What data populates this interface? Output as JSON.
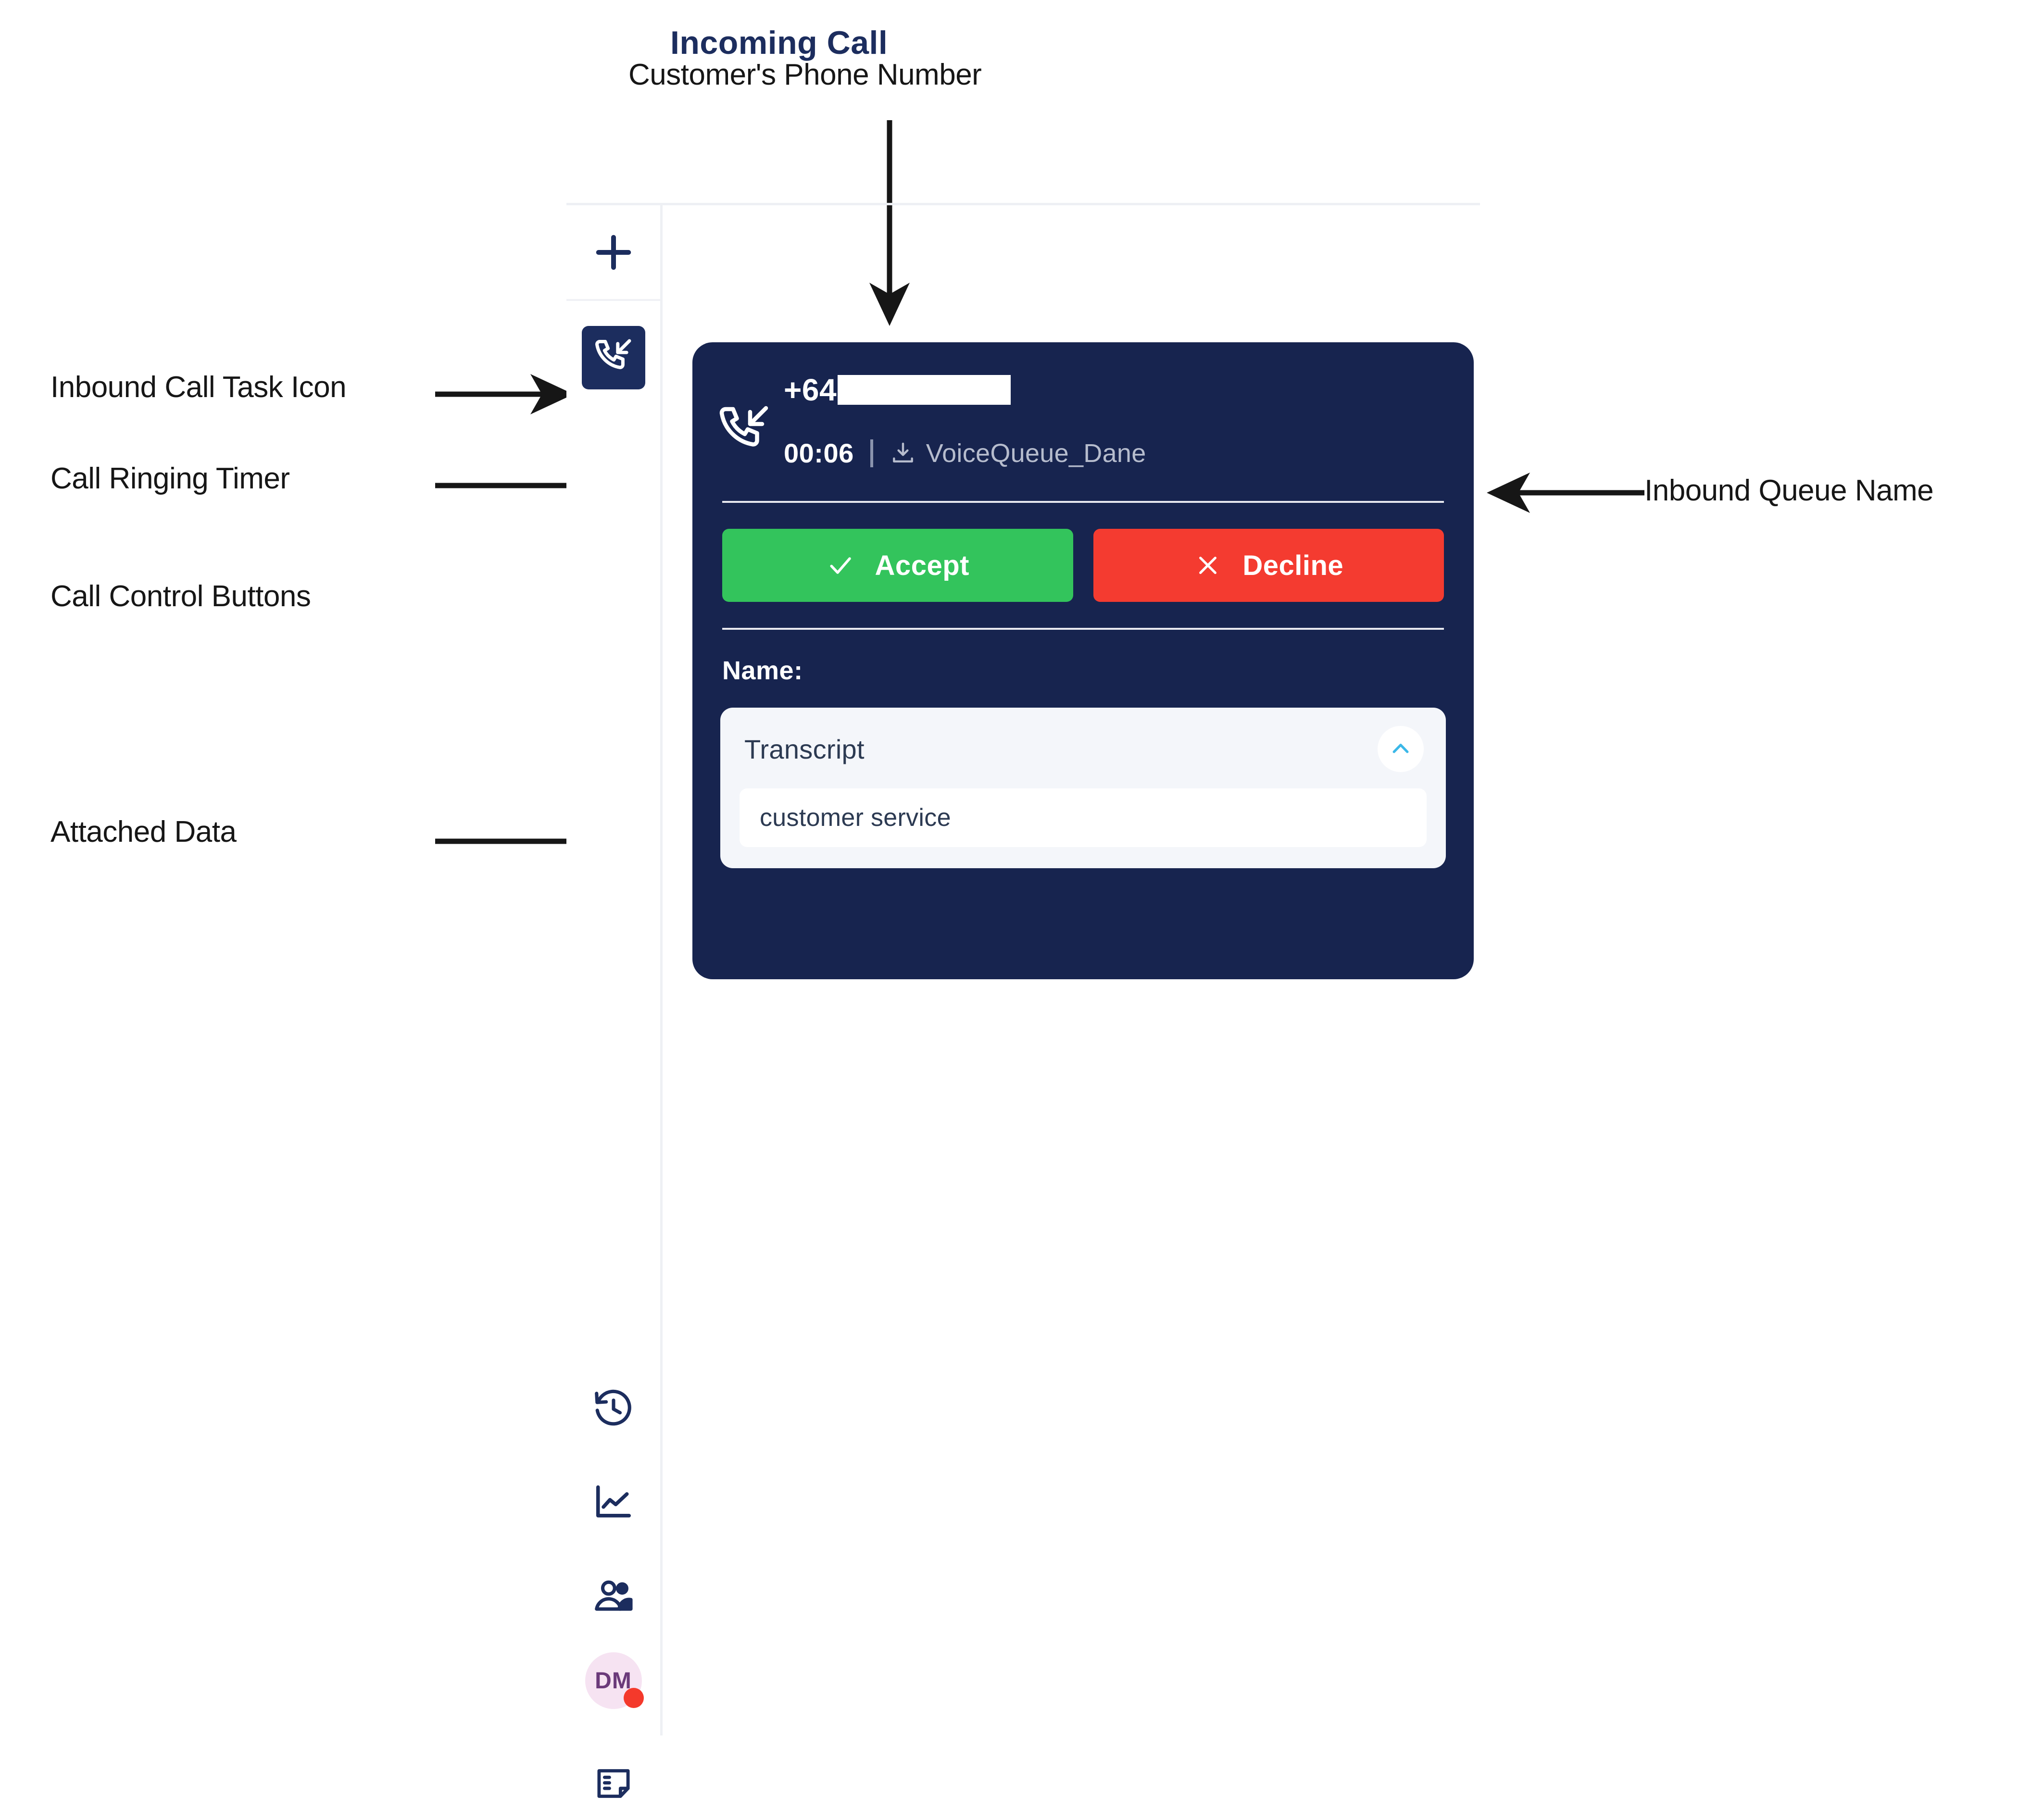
{
  "annotations": [
    {
      "id": "customers-phone-number",
      "text": "Customer's Phone Number"
    },
    {
      "id": "inbound-call-task-icon",
      "text": "Inbound Call Task Icon"
    },
    {
      "id": "call-ringing-timer",
      "text": "Call Ringing Timer"
    },
    {
      "id": "call-control-buttons",
      "text": "Call Control Buttons"
    },
    {
      "id": "attached-data",
      "text": "Attached Data"
    },
    {
      "id": "inbound-queue-name",
      "text": "Inbound Queue Name"
    }
  ],
  "header": {
    "title": "Incoming Call"
  },
  "sidebar": {
    "add_icon": "plus-icon",
    "task_icon": "inbound-call-icon",
    "items": [
      {
        "icon": "history-icon"
      },
      {
        "icon": "analytics-line-chart-icon"
      },
      {
        "icon": "contacts-people-icon"
      },
      {
        "icon": "apps-grid-icon"
      },
      {
        "icon": "notes-icon"
      }
    ],
    "avatar": {
      "initials": "DM",
      "status": "busy",
      "status_color": "#f4392b"
    }
  },
  "call_card": {
    "call_type_icon": "inbound-call-icon",
    "phone_number": "+64",
    "phone_number_redacted": true,
    "timer": "00:06",
    "queue_icon": "queue-download-icon",
    "queue_name": "VoiceQueue_Dane",
    "accept_label": "Accept",
    "accept_icon": "check-icon",
    "accept_color": "#33c45c",
    "decline_label": "Decline",
    "decline_icon": "close-x-icon",
    "decline_color": "#f43b30",
    "name_label": "Name:",
    "name_value": "",
    "attached_data": {
      "title": "Transcript",
      "collapse_icon": "chevron-up-icon",
      "value": "customer service"
    },
    "background_color": "#17244f"
  }
}
